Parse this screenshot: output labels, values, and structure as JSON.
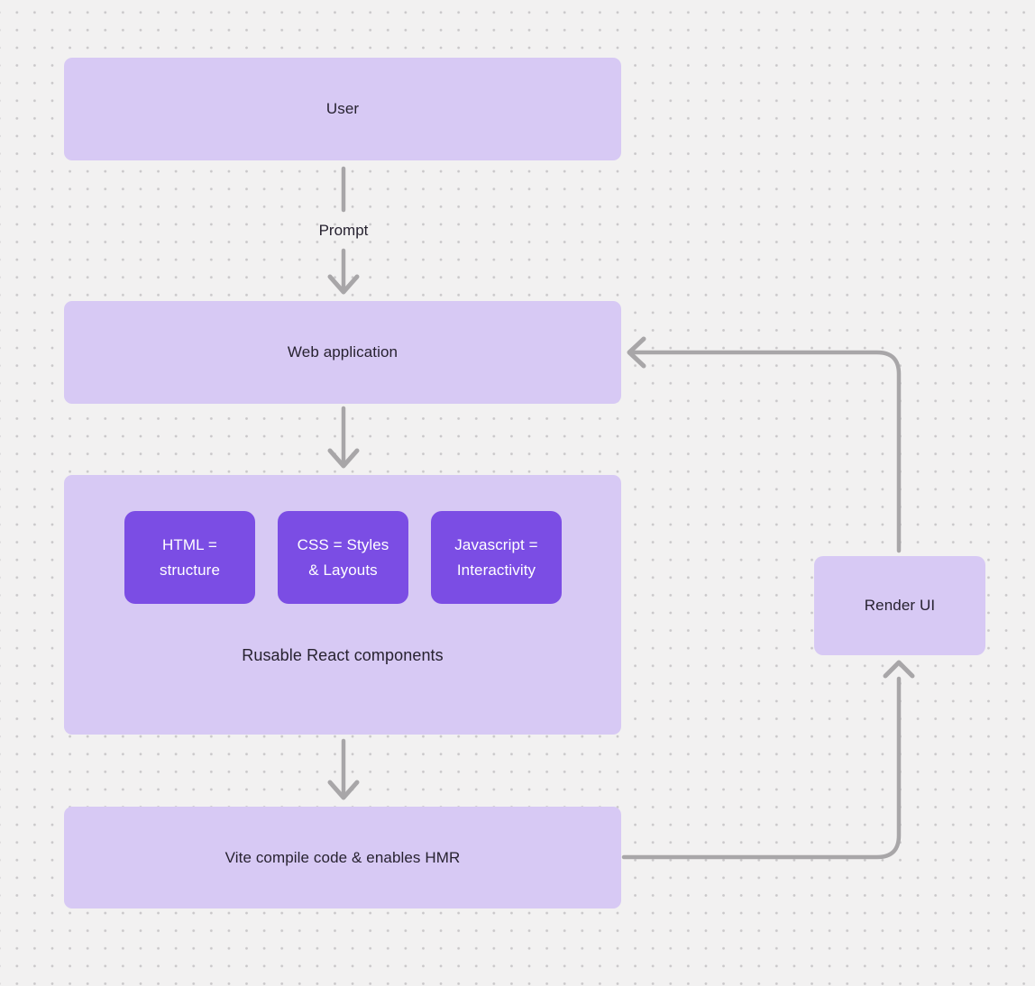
{
  "canvas": {
    "background_color": "#f2f1f1",
    "dot_color": "#c9c7c9"
  },
  "colors": {
    "node_fill": "#d7c9f4",
    "card_fill": "#7b4de4",
    "connector": "#a8a6a8",
    "node_text": "#272230",
    "card_text": "#ffffff"
  },
  "nodes": {
    "user": {
      "label": "User"
    },
    "web_application": {
      "label": "Web application"
    },
    "components_group": {
      "caption": "Rusable React components",
      "cards": [
        {
          "line1": "HTML =",
          "line2": "structure"
        },
        {
          "line1": "CSS = Styles",
          "line2": "& Layouts"
        },
        {
          "line1": "Javascript =",
          "line2": "Interactivity"
        }
      ]
    },
    "vite": {
      "label": "Vite compile code & enables HMR"
    },
    "render_ui": {
      "label": "Render UI"
    }
  },
  "edges": {
    "prompt_label": "Prompt"
  }
}
